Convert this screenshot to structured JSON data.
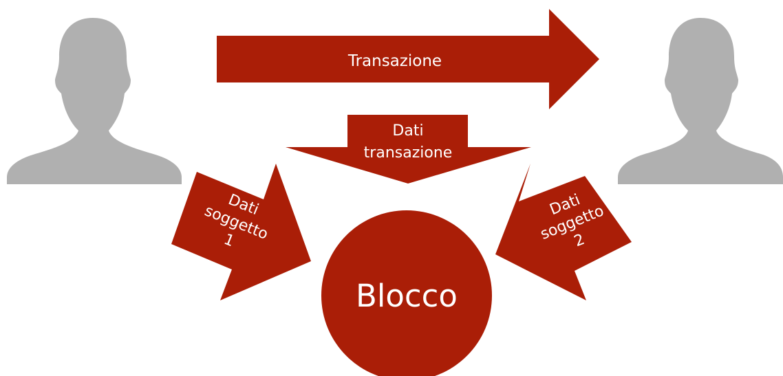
{
  "diagram": {
    "colors": {
      "accent": "#aa1e07",
      "person": "#b0b0b0",
      "text": "#ffffff",
      "background": "#ffffff"
    },
    "icons": {
      "left_person": "person-silhouette",
      "right_person": "person-silhouette"
    },
    "transaction_arrow": {
      "label": "Transazione"
    },
    "transaction_data": {
      "line1": "Dati",
      "line2": "transazione"
    },
    "subject_1_data": {
      "line1": "Dati",
      "line2": "soggetto",
      "line3": "1"
    },
    "subject_2_data": {
      "line1": "Dati",
      "line2": "soggetto",
      "line3": "2"
    },
    "block": {
      "label": "Blocco"
    }
  }
}
